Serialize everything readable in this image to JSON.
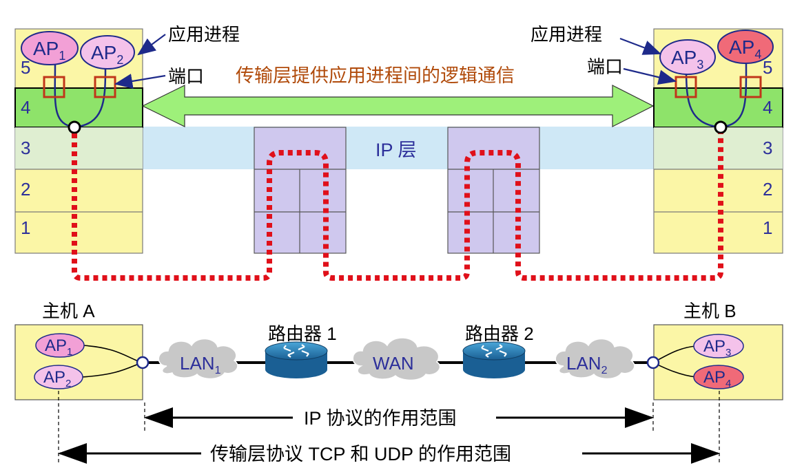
{
  "colors": {
    "host_fill": "#fbf6a6",
    "layer4_fill": "#8ee36a",
    "ip_band": "#cfe8f6",
    "router_fill": "#cfc8ee",
    "ap_fill": "#f2a0d6",
    "ap_fill_light": "#f4c2ea",
    "ap_fill_hot": "#f06a78",
    "port_color": "#c0361a",
    "path_color": "#e0101a",
    "arrow_fill": "#9ef07a",
    "title_color": "#b04a0a",
    "label_blue": "#2c2f9a",
    "line_navy": "#1e2a8a"
  },
  "host_a": {
    "ap1": "AP",
    "ap1_sub": "1",
    "ap2": "AP",
    "ap2_sub": "2",
    "layers": [
      "5",
      "4",
      "3",
      "2",
      "1"
    ]
  },
  "host_b": {
    "ap3": "AP",
    "ap3_sub": "3",
    "ap4": "AP",
    "ap4_sub": "4",
    "layers": [
      "5",
      "4",
      "3",
      "2",
      "1"
    ]
  },
  "labels": {
    "app_process": "应用进程",
    "port": "端口",
    "transport_logical": "传输层提供应用进程间的逻辑通信",
    "ip_layer": "IP 层"
  },
  "bottom": {
    "host_a_name": "主机 A",
    "host_b_name": "主机 B",
    "router1": "路由器 1",
    "router2": "路由器 2",
    "lan1": "LAN",
    "lan1_sub": "1",
    "wan": "WAN",
    "lan2": "LAN",
    "lan2_sub": "2",
    "ap1": "AP",
    "ap1_sub": "1",
    "ap2": "AP",
    "ap2_sub": "2",
    "ap3": "AP",
    "ap3_sub": "3",
    "ap4": "AP",
    "ap4_sub": "4"
  },
  "scopes": {
    "ip_scope": "IP 协议的作用范围",
    "transport_scope": "传输层协议 TCP 和 UDP 的作用范围"
  }
}
